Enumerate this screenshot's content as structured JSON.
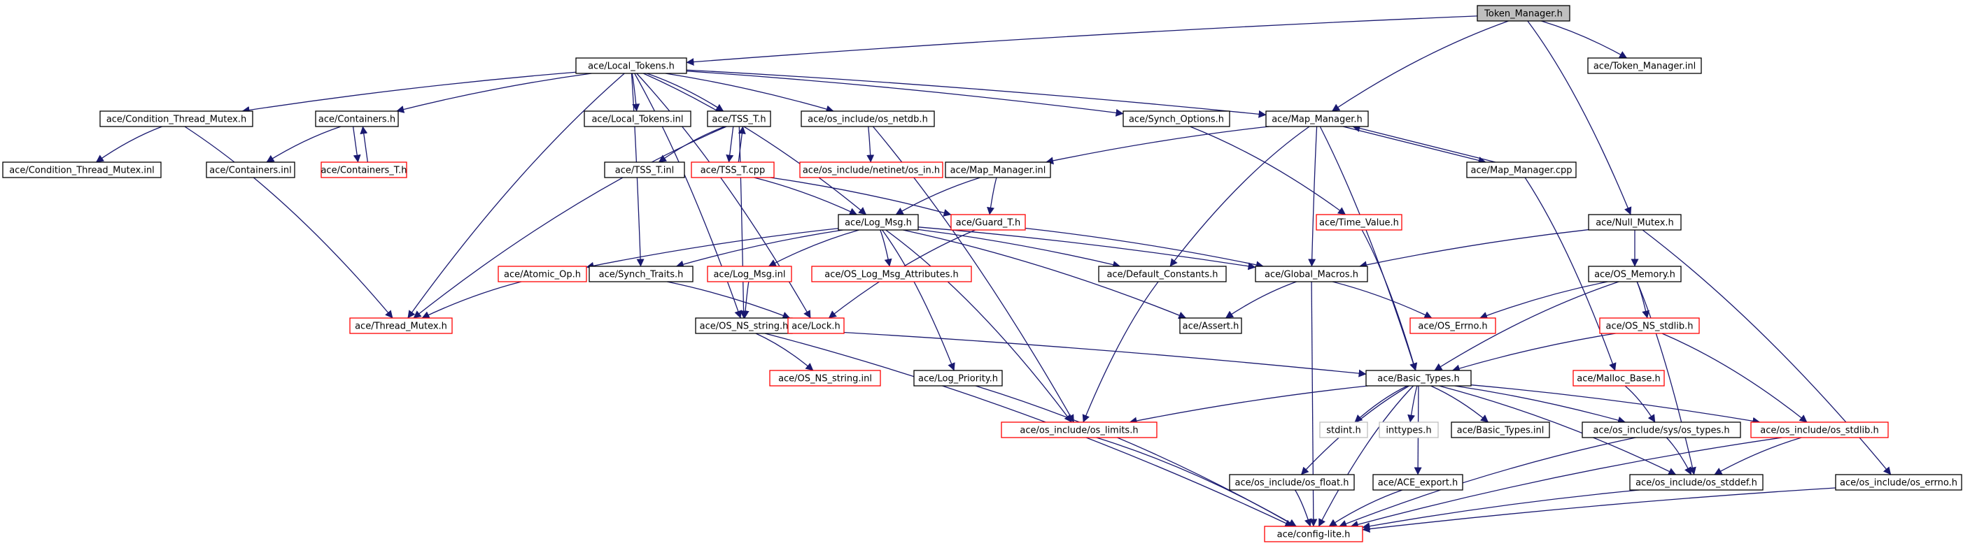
{
  "colors": {
    "edge": "#191970",
    "root_fill": "#bfbfbf",
    "node_border": "#000000",
    "missing_border": "#ff0000",
    "external_border": "#bfbfbf",
    "text": "#000000"
  },
  "nodes": [
    {
      "id": "n0",
      "label": "Token_Manager.h",
      "kind": "root"
    },
    {
      "id": "n1",
      "label": "ace/Local_Tokens.h",
      "kind": "normal"
    },
    {
      "id": "n2",
      "label": "ace/Token_Manager.inl",
      "kind": "normal"
    },
    {
      "id": "n3",
      "label": "ace/Condition_Thread_Mutex.h",
      "kind": "normal"
    },
    {
      "id": "n4",
      "label": "ace/Containers.h",
      "kind": "normal"
    },
    {
      "id": "n5",
      "label": "ace/Local_Tokens.inl",
      "kind": "normal"
    },
    {
      "id": "n6",
      "label": "ace/TSS_T.h",
      "kind": "normal"
    },
    {
      "id": "n7",
      "label": "ace/os_include/os_netdb.h",
      "kind": "normal"
    },
    {
      "id": "n8",
      "label": "ace/Synch_Options.h",
      "kind": "normal"
    },
    {
      "id": "n9",
      "label": "ace/Map_Manager.h",
      "kind": "normal"
    },
    {
      "id": "n10",
      "label": "ace/Condition_Thread_Mutex.inl",
      "kind": "normal"
    },
    {
      "id": "n11",
      "label": "ace/Containers.inl",
      "kind": "normal"
    },
    {
      "id": "n12",
      "label": "ace/Containers_T.h",
      "kind": "missing"
    },
    {
      "id": "n13",
      "label": "ace/TSS_T.inl",
      "kind": "normal"
    },
    {
      "id": "n14",
      "label": "ace/TSS_T.cpp",
      "kind": "missing"
    },
    {
      "id": "n15",
      "label": "ace/os_include/netinet/os_in.h",
      "kind": "missing"
    },
    {
      "id": "n16",
      "label": "ace/Map_Manager.inl",
      "kind": "normal"
    },
    {
      "id": "n17",
      "label": "ace/Map_Manager.cpp",
      "kind": "normal"
    },
    {
      "id": "n18",
      "label": "ace/Null_Mutex.h",
      "kind": "normal"
    },
    {
      "id": "n19",
      "label": "ace/Log_Msg.h",
      "kind": "normal"
    },
    {
      "id": "n20",
      "label": "ace/Guard_T.h",
      "kind": "missing"
    },
    {
      "id": "n21",
      "label": "ace/Time_Value.h",
      "kind": "missing"
    },
    {
      "id": "n22",
      "label": "ace/Atomic_Op.h",
      "kind": "missing"
    },
    {
      "id": "n23",
      "label": "ace/Synch_Traits.h",
      "kind": "normal"
    },
    {
      "id": "n24",
      "label": "ace/Log_Msg.inl",
      "kind": "missing"
    },
    {
      "id": "n25",
      "label": "ace/OS_Log_Msg_Attributes.h",
      "kind": "missing"
    },
    {
      "id": "n26",
      "label": "ace/Default_Constants.h",
      "kind": "normal"
    },
    {
      "id": "n27",
      "label": "ace/Global_Macros.h",
      "kind": "normal"
    },
    {
      "id": "n28",
      "label": "ace/OS_Memory.h",
      "kind": "normal"
    },
    {
      "id": "n29",
      "label": "ace/Thread_Mutex.h",
      "kind": "missing"
    },
    {
      "id": "n30",
      "label": "ace/OS_NS_string.h",
      "kind": "normal"
    },
    {
      "id": "n31",
      "label": "ace/Lock.h",
      "kind": "missing"
    },
    {
      "id": "n32",
      "label": "ace/Assert.h",
      "kind": "normal"
    },
    {
      "id": "n33",
      "label": "ace/OS_Errno.h",
      "kind": "missing"
    },
    {
      "id": "n34",
      "label": "ace/OS_NS_stdlib.h",
      "kind": "missing"
    },
    {
      "id": "n35",
      "label": "ace/OS_NS_string.inl",
      "kind": "missing"
    },
    {
      "id": "n36",
      "label": "ace/Log_Priority.h",
      "kind": "normal"
    },
    {
      "id": "n37",
      "label": "ace/Basic_Types.h",
      "kind": "normal"
    },
    {
      "id": "n38",
      "label": "ace/Malloc_Base.h",
      "kind": "missing"
    },
    {
      "id": "n39",
      "label": "ace/os_include/os_limits.h",
      "kind": "missing"
    },
    {
      "id": "n40",
      "label": "stdint.h",
      "kind": "external"
    },
    {
      "id": "n41",
      "label": "inttypes.h",
      "kind": "external"
    },
    {
      "id": "n42",
      "label": "ace/Basic_Types.inl",
      "kind": "normal"
    },
    {
      "id": "n43",
      "label": "ace/os_include/sys/os_types.h",
      "kind": "normal"
    },
    {
      "id": "n44",
      "label": "ace/os_include/os_stdlib.h",
      "kind": "missing"
    },
    {
      "id": "n45",
      "label": "ace/os_include/os_float.h",
      "kind": "normal"
    },
    {
      "id": "n46",
      "label": "ace/ACE_export.h",
      "kind": "normal"
    },
    {
      "id": "n47",
      "label": "ace/os_include/os_stddef.h",
      "kind": "normal"
    },
    {
      "id": "n48",
      "label": "ace/os_include/os_errno.h",
      "kind": "normal"
    },
    {
      "id": "n49",
      "label": "ace/config-lite.h",
      "kind": "missing"
    }
  ],
  "edges": [
    [
      "n0",
      "n1"
    ],
    [
      "n0",
      "n2"
    ],
    [
      "n0",
      "n9"
    ],
    [
      "n0",
      "n18"
    ],
    [
      "n1",
      "n3"
    ],
    [
      "n1",
      "n4"
    ],
    [
      "n1",
      "n5"
    ],
    [
      "n1",
      "n6"
    ],
    [
      "n1",
      "n7"
    ],
    [
      "n1",
      "n8"
    ],
    [
      "n1",
      "n9"
    ],
    [
      "n1",
      "n19"
    ],
    [
      "n1",
      "n23"
    ],
    [
      "n1",
      "n29"
    ],
    [
      "n1",
      "n30"
    ],
    [
      "n1",
      "n31"
    ],
    [
      "n3",
      "n10"
    ],
    [
      "n3",
      "n29"
    ],
    [
      "n4",
      "n11"
    ],
    [
      "n4",
      "n12"
    ],
    [
      "n12",
      "n4"
    ],
    [
      "n6",
      "n13"
    ],
    [
      "n6",
      "n14"
    ],
    [
      "n14",
      "n6"
    ],
    [
      "n6",
      "n29"
    ],
    [
      "n6",
      "n30"
    ],
    [
      "n14",
      "n19"
    ],
    [
      "n14",
      "n20"
    ],
    [
      "n7",
      "n15"
    ],
    [
      "n7",
      "n39"
    ],
    [
      "n8",
      "n21"
    ],
    [
      "n9",
      "n16"
    ],
    [
      "n9",
      "n17"
    ],
    [
      "n17",
      "n9"
    ],
    [
      "n9",
      "n26"
    ],
    [
      "n9",
      "n27"
    ],
    [
      "n9",
      "n37"
    ],
    [
      "n16",
      "n19"
    ],
    [
      "n16",
      "n20"
    ],
    [
      "n17",
      "n38"
    ],
    [
      "n18",
      "n27"
    ],
    [
      "n18",
      "n28"
    ],
    [
      "n18",
      "n48"
    ],
    [
      "n19",
      "n22"
    ],
    [
      "n19",
      "n23"
    ],
    [
      "n19",
      "n24"
    ],
    [
      "n19",
      "n25"
    ],
    [
      "n19",
      "n26"
    ],
    [
      "n19",
      "n27"
    ],
    [
      "n19",
      "n32"
    ],
    [
      "n19",
      "n36"
    ],
    [
      "n19",
      "n39"
    ],
    [
      "n20",
      "n27"
    ],
    [
      "n20",
      "n31"
    ],
    [
      "n21",
      "n37"
    ],
    [
      "n22",
      "n29"
    ],
    [
      "n23",
      "n31"
    ],
    [
      "n24",
      "n30"
    ],
    [
      "n26",
      "n39"
    ],
    [
      "n27",
      "n32"
    ],
    [
      "n27",
      "n33"
    ],
    [
      "n27",
      "n49"
    ],
    [
      "n28",
      "n33"
    ],
    [
      "n28",
      "n34"
    ],
    [
      "n28",
      "n37"
    ],
    [
      "n28",
      "n47"
    ],
    [
      "n30",
      "n35"
    ],
    [
      "n30",
      "n37"
    ],
    [
      "n30",
      "n49"
    ],
    [
      "n34",
      "n37"
    ],
    [
      "n34",
      "n44"
    ],
    [
      "n36",
      "n49"
    ],
    [
      "n37",
      "n39"
    ],
    [
      "n37",
      "n40"
    ],
    [
      "n37",
      "n41"
    ],
    [
      "n37",
      "n42"
    ],
    [
      "n37",
      "n43"
    ],
    [
      "n37",
      "n44"
    ],
    [
      "n37",
      "n45"
    ],
    [
      "n37",
      "n46"
    ],
    [
      "n37",
      "n47"
    ],
    [
      "n37",
      "n49"
    ],
    [
      "n38",
      "n43"
    ],
    [
      "n39",
      "n49"
    ],
    [
      "n43",
      "n47"
    ],
    [
      "n43",
      "n49"
    ],
    [
      "n44",
      "n47"
    ],
    [
      "n44",
      "n49"
    ],
    [
      "n45",
      "n49"
    ],
    [
      "n46",
      "n49"
    ],
    [
      "n47",
      "n49"
    ],
    [
      "n48",
      "n49"
    ]
  ]
}
